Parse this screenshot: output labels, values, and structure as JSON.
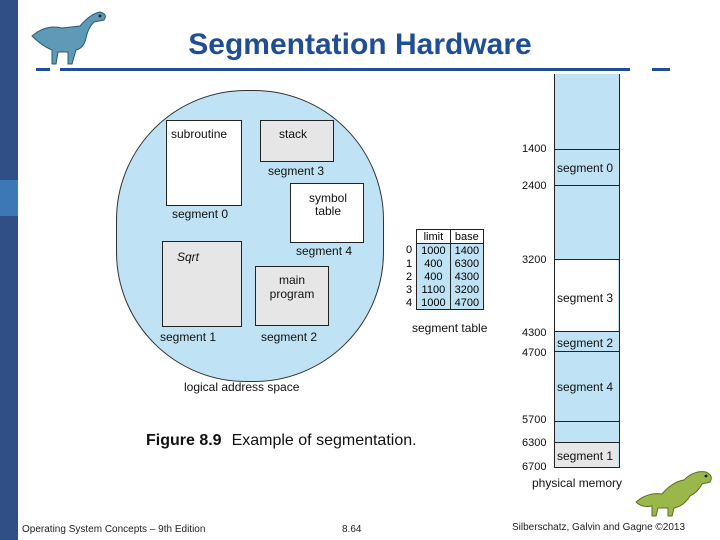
{
  "slide": {
    "title": "Segmentation Hardware",
    "footer_left": "Operating System Concepts – 9th Edition",
    "footer_page": "8.64",
    "footer_right": "Silberschatz, Galvin and Gagne ©2013"
  },
  "logical_space": {
    "caption": "logical address space",
    "segments": [
      {
        "name": "subroutine",
        "label": "segment 0"
      },
      {
        "name": "stack",
        "label": "segment 3"
      },
      {
        "name": "symbol table",
        "label": "segment 4"
      },
      {
        "name": "Sqrt",
        "label": "segment 1"
      },
      {
        "name": "main program",
        "label": "segment 2"
      }
    ]
  },
  "segment_table": {
    "caption": "segment table",
    "headers": [
      "limit",
      "base"
    ],
    "rows": [
      {
        "index": "0",
        "limit": "1000",
        "base": "1400"
      },
      {
        "index": "1",
        "limit": "400",
        "base": "6300"
      },
      {
        "index": "2",
        "limit": "400",
        "base": "4300"
      },
      {
        "index": "3",
        "limit": "1100",
        "base": "3200"
      },
      {
        "index": "4",
        "limit": "1000",
        "base": "4700"
      }
    ]
  },
  "physical_memory": {
    "caption": "physical memory",
    "addresses": [
      "1400",
      "2400",
      "3200",
      "4300",
      "4700",
      "5700",
      "6300",
      "6700"
    ],
    "segments": [
      "segment 0",
      "segment 3",
      "segment 2",
      "segment 4",
      "segment 1"
    ]
  },
  "figure": {
    "number": "Figure 8.9",
    "text": "Example of segmentation."
  },
  "colors": {
    "title": "#1f4e96",
    "sidebar": "#2f4f86",
    "memory_fill": "#bfe3f4"
  }
}
